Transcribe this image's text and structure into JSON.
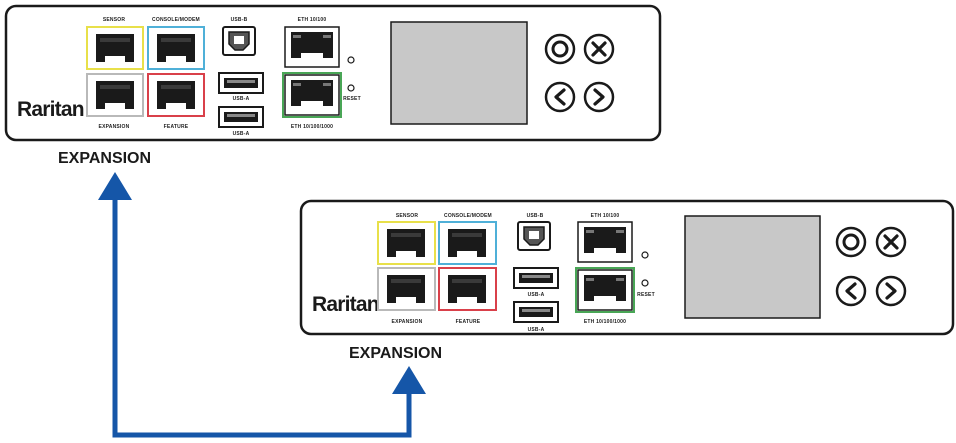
{
  "colors": {
    "sensor": "#e8e04a",
    "console_modem": "#4fb0d8",
    "expansion_port": "#b9b9b9",
    "feature": "#d9404a",
    "eth_bottom": "#49a656",
    "arrow": "#1556a8",
    "outline": "#1a1a1a",
    "lcd": "#c8c8c8"
  },
  "devices": [
    {
      "brand": "Raritan",
      "caption": "EXPANSION",
      "labels": {
        "sensor": "SENSOR",
        "console_modem": "CONSOLE/MODEM",
        "expansion": "EXPANSION",
        "feature": "FEATURE",
        "usb_b": "USB-B",
        "usb_a1": "USB-A",
        "usb_a2": "USB-A",
        "eth_top": "ETH 10/100",
        "eth_bottom": "ETH 10/100/1000",
        "reset": "RESET"
      }
    },
    {
      "brand": "Raritan",
      "caption": "EXPANSION",
      "labels": {
        "sensor": "SENSOR",
        "console_modem": "CONSOLE/MODEM",
        "expansion": "EXPANSION",
        "feature": "FEATURE",
        "usb_b": "USB-B",
        "usb_a1": "USB-A",
        "usb_a2": "USB-A",
        "eth_top": "ETH 10/100",
        "eth_bottom": "ETH 10/100/1000",
        "reset": "RESET"
      }
    }
  ],
  "icons": {
    "ok_button": "circle-ok-icon",
    "close_button": "x-close-icon",
    "left_button": "chevron-left-icon",
    "right_button": "chevron-right-icon",
    "rj45": "rj45-port-icon",
    "usb_b": "usb-b-port-icon",
    "usb_a": "usb-a-port-icon",
    "arrow": "arrow-up-icon"
  }
}
